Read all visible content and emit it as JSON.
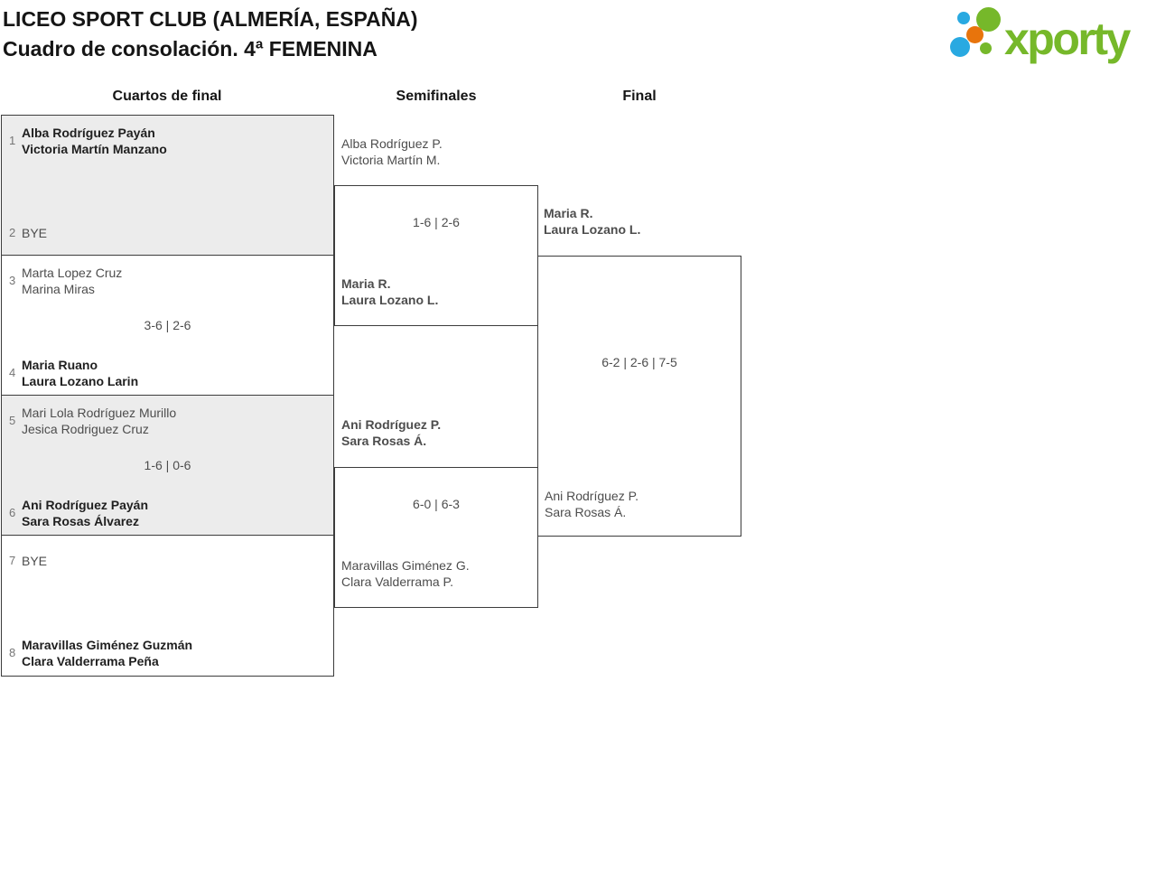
{
  "page": {
    "title_line1": "LICEO SPORT CLUB (ALMERÍA, ESPAÑA)",
    "title_line2": "Cuadro de consolación. 4ª FEMENINA"
  },
  "logo": {
    "text": "xporty",
    "colors": {
      "green": "#76b82a",
      "blue": "#29a9e1",
      "orange": "#e8740c"
    }
  },
  "round_headers": {
    "quarterfinals": "Cuartos de final",
    "semifinals": "Semifinales",
    "final": "Final"
  },
  "bracket": {
    "quarterfinals": [
      {
        "top_seed": "1",
        "top_team": [
          "Alba Rodríguez Payán",
          "Victoria Martín Manzano"
        ],
        "top_winner": true,
        "bottom_seed": "2",
        "bottom_team": [
          "BYE"
        ],
        "bottom_winner": false
      },
      {
        "top_seed": "3",
        "top_team": [
          "Marta Lopez Cruz",
          "Marina Miras"
        ],
        "top_winner": false,
        "score": "3-6 | 2-6",
        "bottom_seed": "4",
        "bottom_team": [
          "Maria Ruano",
          "Laura Lozano Larin"
        ],
        "bottom_winner": true
      },
      {
        "top_seed": "5",
        "top_team": [
          "Mari Lola Rodríguez Murillo",
          "Jesica Rodriguez Cruz"
        ],
        "top_winner": false,
        "score": "1-6 | 0-6",
        "bottom_seed": "6",
        "bottom_team": [
          "Ani Rodríguez Payán",
          "Sara Rosas Álvarez"
        ],
        "bottom_winner": true
      },
      {
        "top_seed": "7",
        "top_team": [
          "BYE"
        ],
        "top_winner": false,
        "bottom_seed": "8",
        "bottom_team": [
          "Maravillas Giménez Guzmán",
          "Clara Valderrama Peña"
        ],
        "bottom_winner": true
      }
    ],
    "semifinals": [
      {
        "top_team": [
          "Alba Rodríguez P.",
          "Victoria Martín M."
        ],
        "top_winner": false,
        "score": "1-6 | 2-6",
        "bottom_team": [
          "Maria R.",
          "Laura Lozano L."
        ],
        "bottom_winner": true
      },
      {
        "top_team": [
          "Ani Rodríguez P.",
          "Sara Rosas Á."
        ],
        "top_winner": true,
        "score": "6-0 | 6-3",
        "bottom_team": [
          "Maravillas Giménez G.",
          "Clara Valderrama P."
        ],
        "bottom_winner": false
      }
    ],
    "final": {
      "top_team": [
        "Maria R.",
        "Laura Lozano L."
      ],
      "top_winner": true,
      "score": "6-2 | 2-6 | 7-5",
      "bottom_team": [
        "Ani Rodríguez P.",
        "Sara Rosas Á."
      ],
      "bottom_winner": false
    }
  }
}
